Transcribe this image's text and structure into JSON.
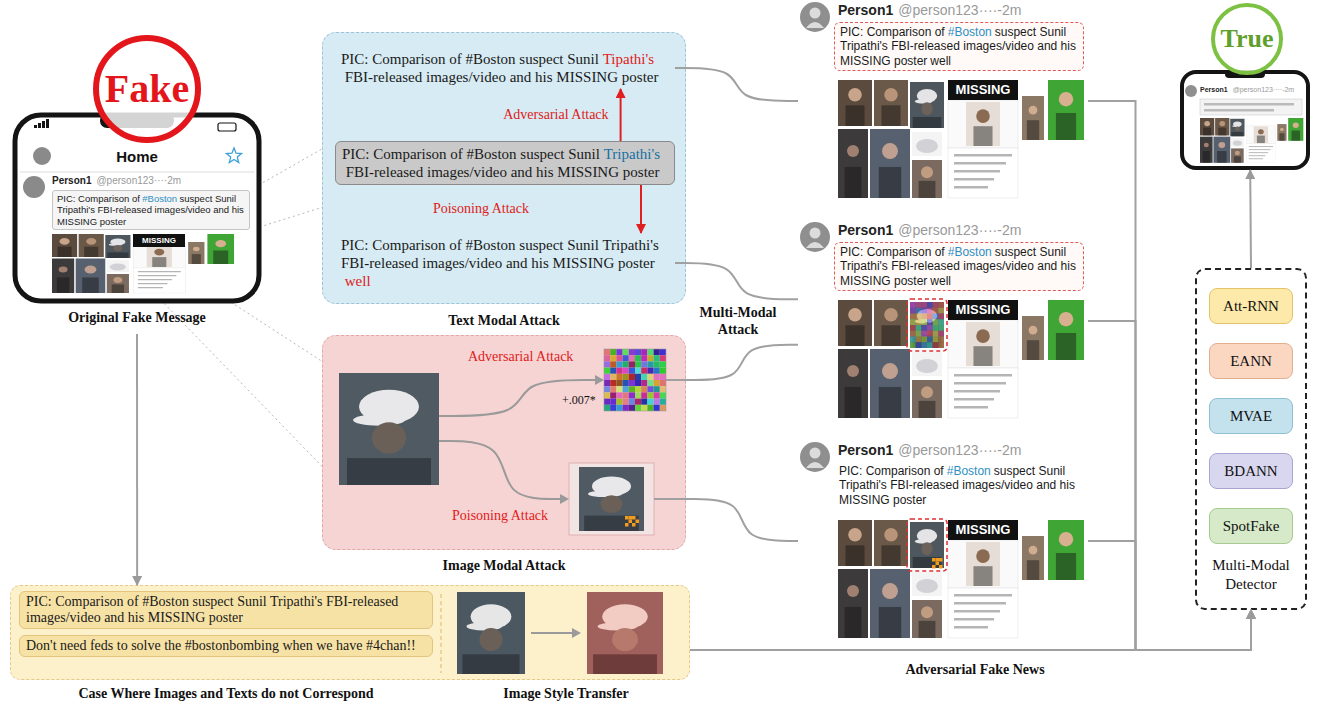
{
  "diagram": {
    "nodes": [
      {
        "text": [
          "Home",
          "Original Fake Message"
        ]
      },
      {
        "text": [
          "Fake"
        ]
      },
      {
        "text": [
          "Person1",
          "@person123····2m"
        ],
        "in": 0
      },
      {
        "text": [
          "PIC: Comparison of",
          "#Boston",
          "suspect Sunil Tripathi's FBI-released images/video and his MISSING poster"
        ],
        "in": 2
      },
      {
        "text": [
          "MISSING"
        ],
        "in": 2
      },
      {
        "text": [
          "Text Modal Attack"
        ]
      },
      {
        "text": [
          "PIC: Comparison of #Boston suspect Sunil",
          "Tipathi's",
          "FBI-released images/video and his MISSING poster"
        ],
        "in": 5
      },
      {
        "text": [
          "PIC: Comparison of #Boston suspect Sunil",
          "Tripathi's",
          "FBI-released images/video and his MISSING poster"
        ],
        "in": 5
      },
      {
        "text": [
          "PIC: Comparison of #Boston suspect Sunil Tripathi's FBI-released images/video and his MISSING poster",
          "well"
        ],
        "in": 5
      },
      {
        "text": [
          "Image Modal Attack"
        ]
      },
      {
        "text": [
          "Person1",
          "@person123····-2m"
        ]
      },
      {
        "text": [
          "PIC: Comparison of",
          "#Boston",
          "suspect Sunil Tripathi's FBI-released images/video and his MISSING poster",
          "well"
        ],
        "in": 10
      },
      {
        "text": [
          "MISSING"
        ],
        "in": 10
      },
      {
        "text": [
          "Person1",
          "@person123····-2m"
        ]
      },
      {
        "text": [
          "PIC: Comparison of",
          "#Boston",
          "suspect Sunil Tripathi's FBI-released images/video and his MISSING poster",
          "well"
        ],
        "in": 13
      },
      {
        "text": [
          "MISSING"
        ],
        "in": 13
      },
      {
        "text": [
          "Person1",
          "@person123····-2m"
        ]
      },
      {
        "text": [
          "PIC: Comparison of",
          "#Boston",
          "suspect Sunil Tripathi's FBI-released images/video and his MISSING poster"
        ],
        "in": 16
      },
      {
        "text": [
          "MISSING"
        ],
        "in": 16
      },
      {
        "text": [
          "Person1",
          "@person123····-2m"
        ]
      },
      {
        "text": [
          "True"
        ]
      },
      {
        "text": [
          "Multi-Modal Detector"
        ]
      },
      {
        "text": [
          "Att-RNN"
        ],
        "in": 21
      },
      {
        "text": [
          "EANN"
        ],
        "in": 21
      },
      {
        "text": [
          "MVAE"
        ],
        "in": 21
      },
      {
        "text": [
          "BDANN"
        ],
        "in": 21
      },
      {
        "text": [
          "SpotFake"
        ],
        "in": 21
      },
      {
        "text": [
          "Case Where Images and Texts do not Correspond",
          "Image Style Transfer"
        ]
      },
      {
        "text": [
          "PIC: Comparison of #Boston suspect Sunil Tripathi's FBI-released images/video and his MISSING poster"
        ],
        "in": 27
      },
      {
        "text": [
          "Don't need feds to solve the #bostonbombing when we have #4chan!!"
        ],
        "in": 27
      }
    ],
    "edges": [
      {
        "from": 7,
        "to": 6,
        "arrow": "to",
        "label": "Adversarial Attack"
      },
      {
        "from": 7,
        "to": 8,
        "arrow": "to",
        "label": "Poisoning Attack"
      },
      {
        "from": 6,
        "to": 10,
        "arrow": "none"
      },
      {
        "from": 8,
        "to": 13,
        "arrow": "none"
      },
      {
        "from": 9,
        "to": 13,
        "arrow": "none"
      },
      {
        "from": 9,
        "to": 16,
        "arrow": "none"
      },
      {
        "from": 10,
        "to": 21,
        "arrow": "to"
      },
      {
        "from": 13,
        "to": 21,
        "arrow": "to"
      },
      {
        "from": 16,
        "to": 21,
        "arrow": "to"
      },
      {
        "from": 27,
        "to": 21,
        "arrow": "to"
      },
      {
        "from": 21,
        "to": 19,
        "arrow": "to"
      },
      {
        "from": 0,
        "to": 27,
        "arrow": "to"
      }
    ],
    "labels": [
      "Adversarial Attack",
      "Poisoning Attack",
      "+.007*",
      "Multi-Modal Attack",
      "Adversarial Fake News"
    ]
  }
}
